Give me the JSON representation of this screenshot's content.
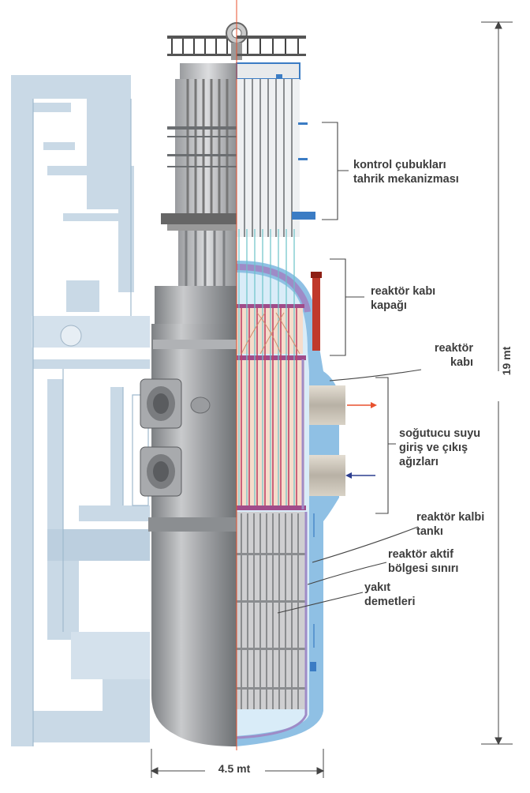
{
  "labels": {
    "crdm": [
      "kontrol çubukları",
      "tahrik mekanizması"
    ],
    "head": [
      "reaktör kabı",
      "kapağı"
    ],
    "vessel": [
      "reaktör",
      "kabı"
    ],
    "nozzles": [
      "soğutucu suyu",
      "giriş ve çıkış",
      "ağızları"
    ],
    "barrel": [
      "reaktör kalbi",
      "tankı"
    ],
    "core_boundary": [
      "reaktör aktif",
      "bölgesi sınırı"
    ],
    "fuel": [
      "yakıt",
      "demetleri"
    ]
  },
  "dimensions": {
    "height": "19 mt",
    "width": "4.5 mt"
  },
  "colors": {
    "building": "#c9d9e6",
    "steel": "#a7a9ab",
    "vessel_wall": "#8fc0e4",
    "core_zone": "#f6dccb",
    "hot_arrow": "#e8512e",
    "cold_arrow": "#2c3e8f",
    "rod": "#b03060"
  }
}
